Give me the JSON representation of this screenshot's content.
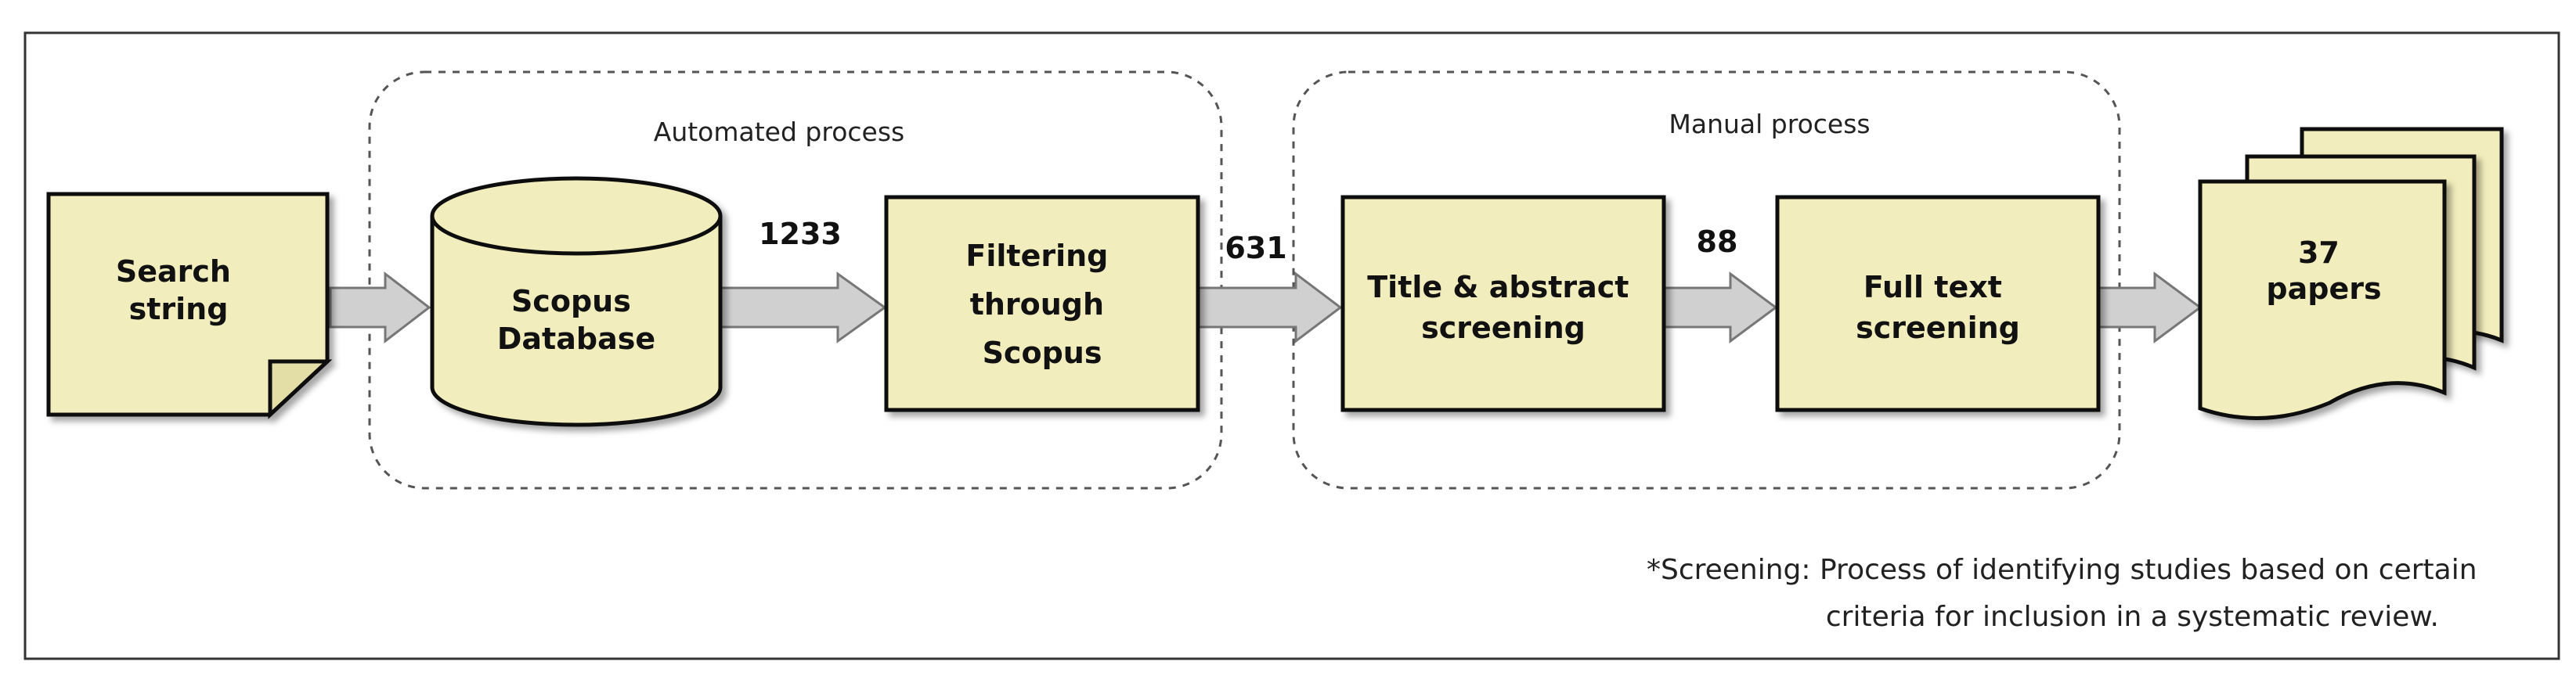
{
  "colors": {
    "box_fill": "#F2EDBC",
    "stroke": "#111111",
    "arrow_fill": "#D0D0D0",
    "arrow_stroke": "#777777",
    "group_border": "#555555",
    "frame": "#333333"
  },
  "groups": {
    "automated": "Automated process",
    "manual": "Manual process"
  },
  "nodes": {
    "search_string": [
      "Search",
      "string"
    ],
    "scopus_db": [
      "Scopus",
      "Database"
    ],
    "filtering": [
      "Filtering",
      "through",
      "Scopus"
    ],
    "title_abstract": [
      "Title & abstract",
      "screening"
    ],
    "full_text": [
      "Full text",
      "screening"
    ],
    "papers": [
      "37",
      "papers"
    ]
  },
  "counts": {
    "after_database": "1233",
    "after_filtering": "631",
    "after_title_abstract": "88"
  },
  "footnote": [
    "*Screening: Process of identifying studies based on certain",
    "criteria for inclusion in a systematic review."
  ]
}
